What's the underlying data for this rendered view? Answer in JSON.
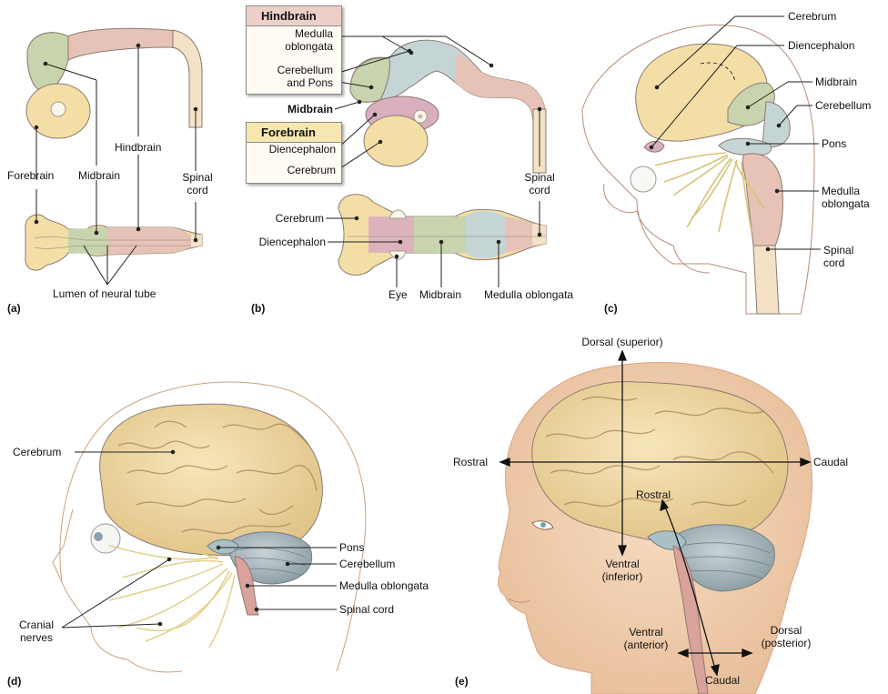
{
  "panels": {
    "a": {
      "letter": "(a)",
      "forebrain": "Forebrain",
      "midbrain": "Midbrain",
      "hindbrain": "Hindbrain",
      "spinal_cord": "Spinal\ncord",
      "lumen": "Lumen of neural tube"
    },
    "b": {
      "letter": "(b)",
      "hindbrain_title": "Hindbrain",
      "medulla": "Medulla\noblongata",
      "cerebellum_pons": "Cerebellum\nand Pons",
      "midbrain": "Midbrain",
      "forebrain_title": "Forebrain",
      "diencephalon": "Diencephalon",
      "cerebrum": "Cerebrum",
      "spinal_cord": "Spinal\ncord",
      "cerebrum2": "Cerebrum",
      "diencephalon2": "Diencephalon",
      "eye": "Eye",
      "midbrain2": "Midbrain",
      "medulla2": "Medulla oblongata"
    },
    "c": {
      "letter": "(c)",
      "cerebrum": "Cerebrum",
      "diencephalon": "Diencephalon",
      "midbrain": "Midbrain",
      "cerebellum": "Cerebellum",
      "pons": "Pons",
      "medulla": "Medulla\noblongata",
      "spinal_cord": "Spinal\ncord"
    },
    "d": {
      "letter": "(d)",
      "cerebrum": "Cerebrum",
      "pons": "Pons",
      "cerebellum": "Cerebellum",
      "medulla": "Medulla oblongata",
      "spinal_cord": "Spinal cord",
      "cranial_nerves": "Cranial\nnerves"
    },
    "e": {
      "letter": "(e)",
      "dorsal_superior": "Dorsal (superior)",
      "rostral_left": "Rostral",
      "caudal_right": "Caudal",
      "rostral_inner": "Rostral",
      "ventral_inferior": "Ventral\n(inferior)",
      "ventral_anterior": "Ventral\n(anterior)",
      "dorsal_posterior": "Dorsal\n(posterior)",
      "caudal_bottom": "Caudal"
    }
  },
  "colors": {
    "forebrain": "#f3dfa6",
    "midbrain": "#c7d4ae",
    "hindbrain": "#e6c3b6",
    "cerebellum": "#c5d5d6",
    "diencephalon": "#d9aebf",
    "spinal": "#f3e2c6",
    "hindbrain_header": "#ecd0c7",
    "forebrain_header": "#f6e6b0"
  }
}
